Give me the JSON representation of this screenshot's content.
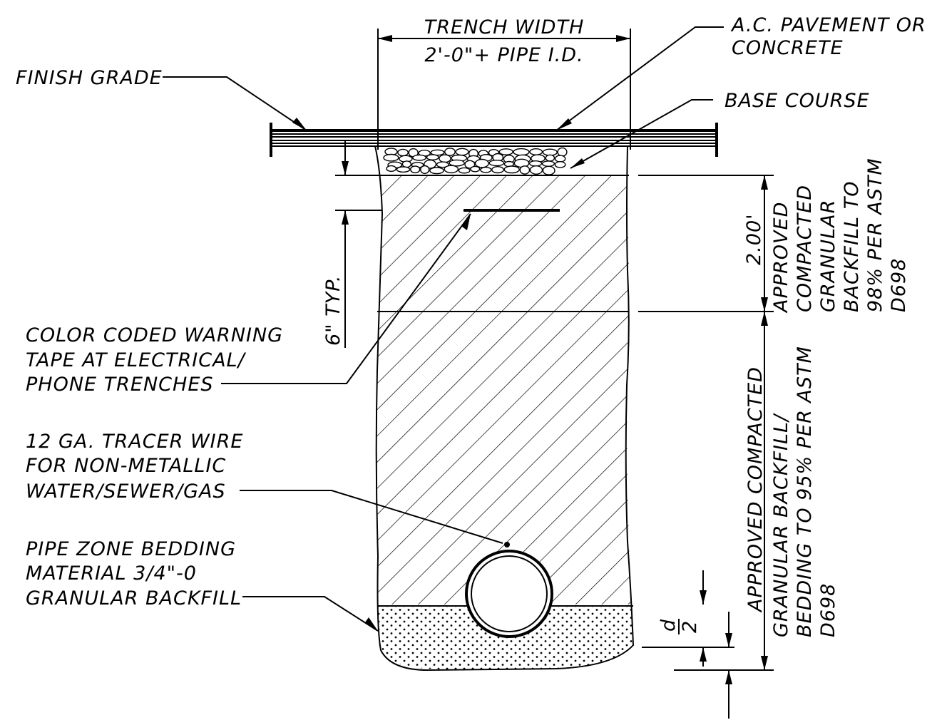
{
  "title": "",
  "labels": {
    "trench_width": "TRENCH WIDTH",
    "trench_width_value": "2'-0\"+ PIPE I.D.",
    "pavement_line1": "A.C. PAVEMENT OR",
    "pavement_line2": "CONCRETE",
    "finish_grade": "FINISH GRADE",
    "base_course": "BASE COURSE",
    "warning_tape": [
      "COLOR CODED WARNING",
      "TAPE AT ELECTRICAL/",
      "PHONE TRENCHES"
    ],
    "tracer_wire": [
      "12 GA. TRACER WIRE",
      "FOR NON-METALLIC",
      "WATER/SEWER/GAS"
    ],
    "pipe_zone": [
      "PIPE ZONE BEDDING",
      "MATERIAL 3/4\"-0",
      "GRANULAR BACKFILL"
    ],
    "tape_depth": "6\" TYP.",
    "upper_depth": "2.00'",
    "upper_backfill": [
      "APPROVED",
      "COMPACTED",
      "GRANULAR",
      "BACKFILL TO",
      "98% PER ASTM",
      "D698"
    ],
    "lower_backfill": [
      "APPROVED COMPACTED",
      "GRANULAR BACKFILL/",
      "BEDDING TO 95% PER ASTM",
      "D698"
    ],
    "pipe_cover_num": "d",
    "pipe_cover_den": "2"
  },
  "colors": {
    "line": "#000000",
    "background": "#ffffff"
  }
}
